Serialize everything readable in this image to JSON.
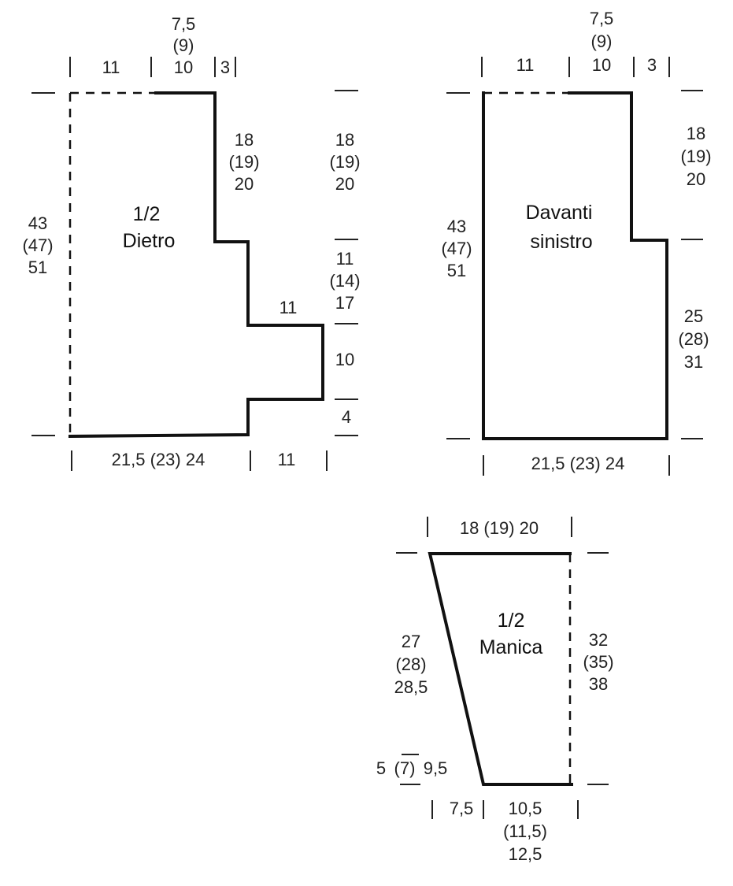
{
  "colors": {
    "ink": "#111111",
    "background": "#ffffff"
  },
  "back": {
    "title_line1": "1/2",
    "title_line2": "Dietro",
    "top_left_width": "11",
    "neck_line1": "7,5",
    "neck_line2": "(9)",
    "neck_line3": "10",
    "shoulder": "3",
    "height_line1": "43",
    "height_line2": "(47)",
    "height_line3": "51",
    "armhole_line1": "18",
    "armhole_line2": "(19)",
    "armhole_line3": "20",
    "right_armhole_line1": "18",
    "right_armhole_line2": "(19)",
    "right_armhole_line3": "20",
    "side_line1": "11",
    "side_line2": "(14)",
    "side_line3": "17",
    "tab_width": "11",
    "tab_height": "10",
    "bottom_step": "4",
    "bottom_width": "21,5 (23) 24",
    "bottom_tab_width": "11"
  },
  "front": {
    "title_line1": "Davanti",
    "title_line2": "sinistro",
    "top_left_width": "11",
    "neck_line1": "7,5",
    "neck_line2": "(9)",
    "neck_line3": "10",
    "shoulder": "3",
    "height_line1": "43",
    "height_line2": "(47)",
    "height_line3": "51",
    "armhole_line1": "18",
    "armhole_line2": "(19)",
    "armhole_line3": "20",
    "side_line1": "25",
    "side_line2": "(28)",
    "side_line3": "31",
    "bottom_width": "21,5 (23) 24"
  },
  "sleeve": {
    "title_line1": "1/2",
    "title_line2": "Manica",
    "top_width": "18 (19) 20",
    "left_line1": "27",
    "left_line2": "(28)",
    "left_line3": "28,5",
    "right_line1": "32",
    "right_line2": "(35)",
    "right_line3": "38",
    "cuff_step_pre": "5",
    "cuff_step_mid": "(7)",
    "cuff_step_post": "9,5",
    "bottom_left": "7,5",
    "bottom_line1": "10,5",
    "bottom_line2": "(11,5)",
    "bottom_line3": "12,5"
  }
}
